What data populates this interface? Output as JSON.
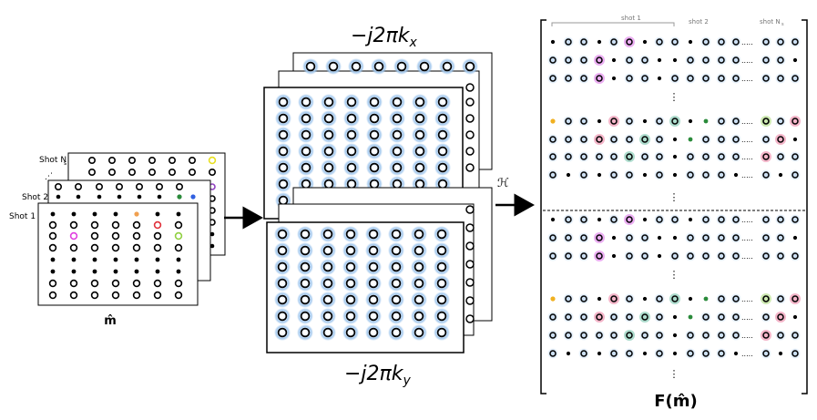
{
  "left_panel": {
    "shot_labels": [
      "Shot 1",
      "Shot 2",
      "Shot N",
      "s"
    ],
    "vector_label": "m̂",
    "vector_caption": "\\hat{m}",
    "colored_points": [
      {
        "sheet": "shot1",
        "name": "orange",
        "color": "#f0a050",
        "style": "filled"
      },
      {
        "sheet": "shot1",
        "name": "red",
        "color": "#e0303a",
        "style": "ring"
      },
      {
        "sheet": "shot1",
        "name": "magenta",
        "color": "#e040e0",
        "style": "ring"
      },
      {
        "sheet": "shot1",
        "name": "lime",
        "color": "#90d040",
        "style": "ring"
      },
      {
        "sheet": "shot2",
        "name": "green",
        "color": "#2a8a3a",
        "style": "filled"
      },
      {
        "sheet": "shot2",
        "name": "blue",
        "color": "#3060e0",
        "style": "filled"
      },
      {
        "sheet": "shotN",
        "name": "yellow",
        "color": "#e8e020",
        "style": "ring"
      },
      {
        "sheet": "shotN",
        "name": "purple",
        "color": "#9040c0",
        "style": "ring"
      }
    ]
  },
  "middle_panel": {
    "top_label": "−j2πk",
    "top_sub": "x",
    "bottom_label": "−j2πk",
    "bottom_sub": "y",
    "glow_color": "#9cc4ec"
  },
  "operator": {
    "symbol": "ℋ"
  },
  "right_panel": {
    "shot_labels": [
      "shot 1",
      "shot 2",
      "shot N",
      "s"
    ],
    "ellipsis": ".....",
    "vdots": "⋮",
    "matrix_label": "F(",
    "matrix_label_end": ")",
    "matrix_label_m": "m̂"
  },
  "colors": {
    "ink": "#000000",
    "ring_glow": "#b8d4f0",
    "bracket": "#000000"
  }
}
